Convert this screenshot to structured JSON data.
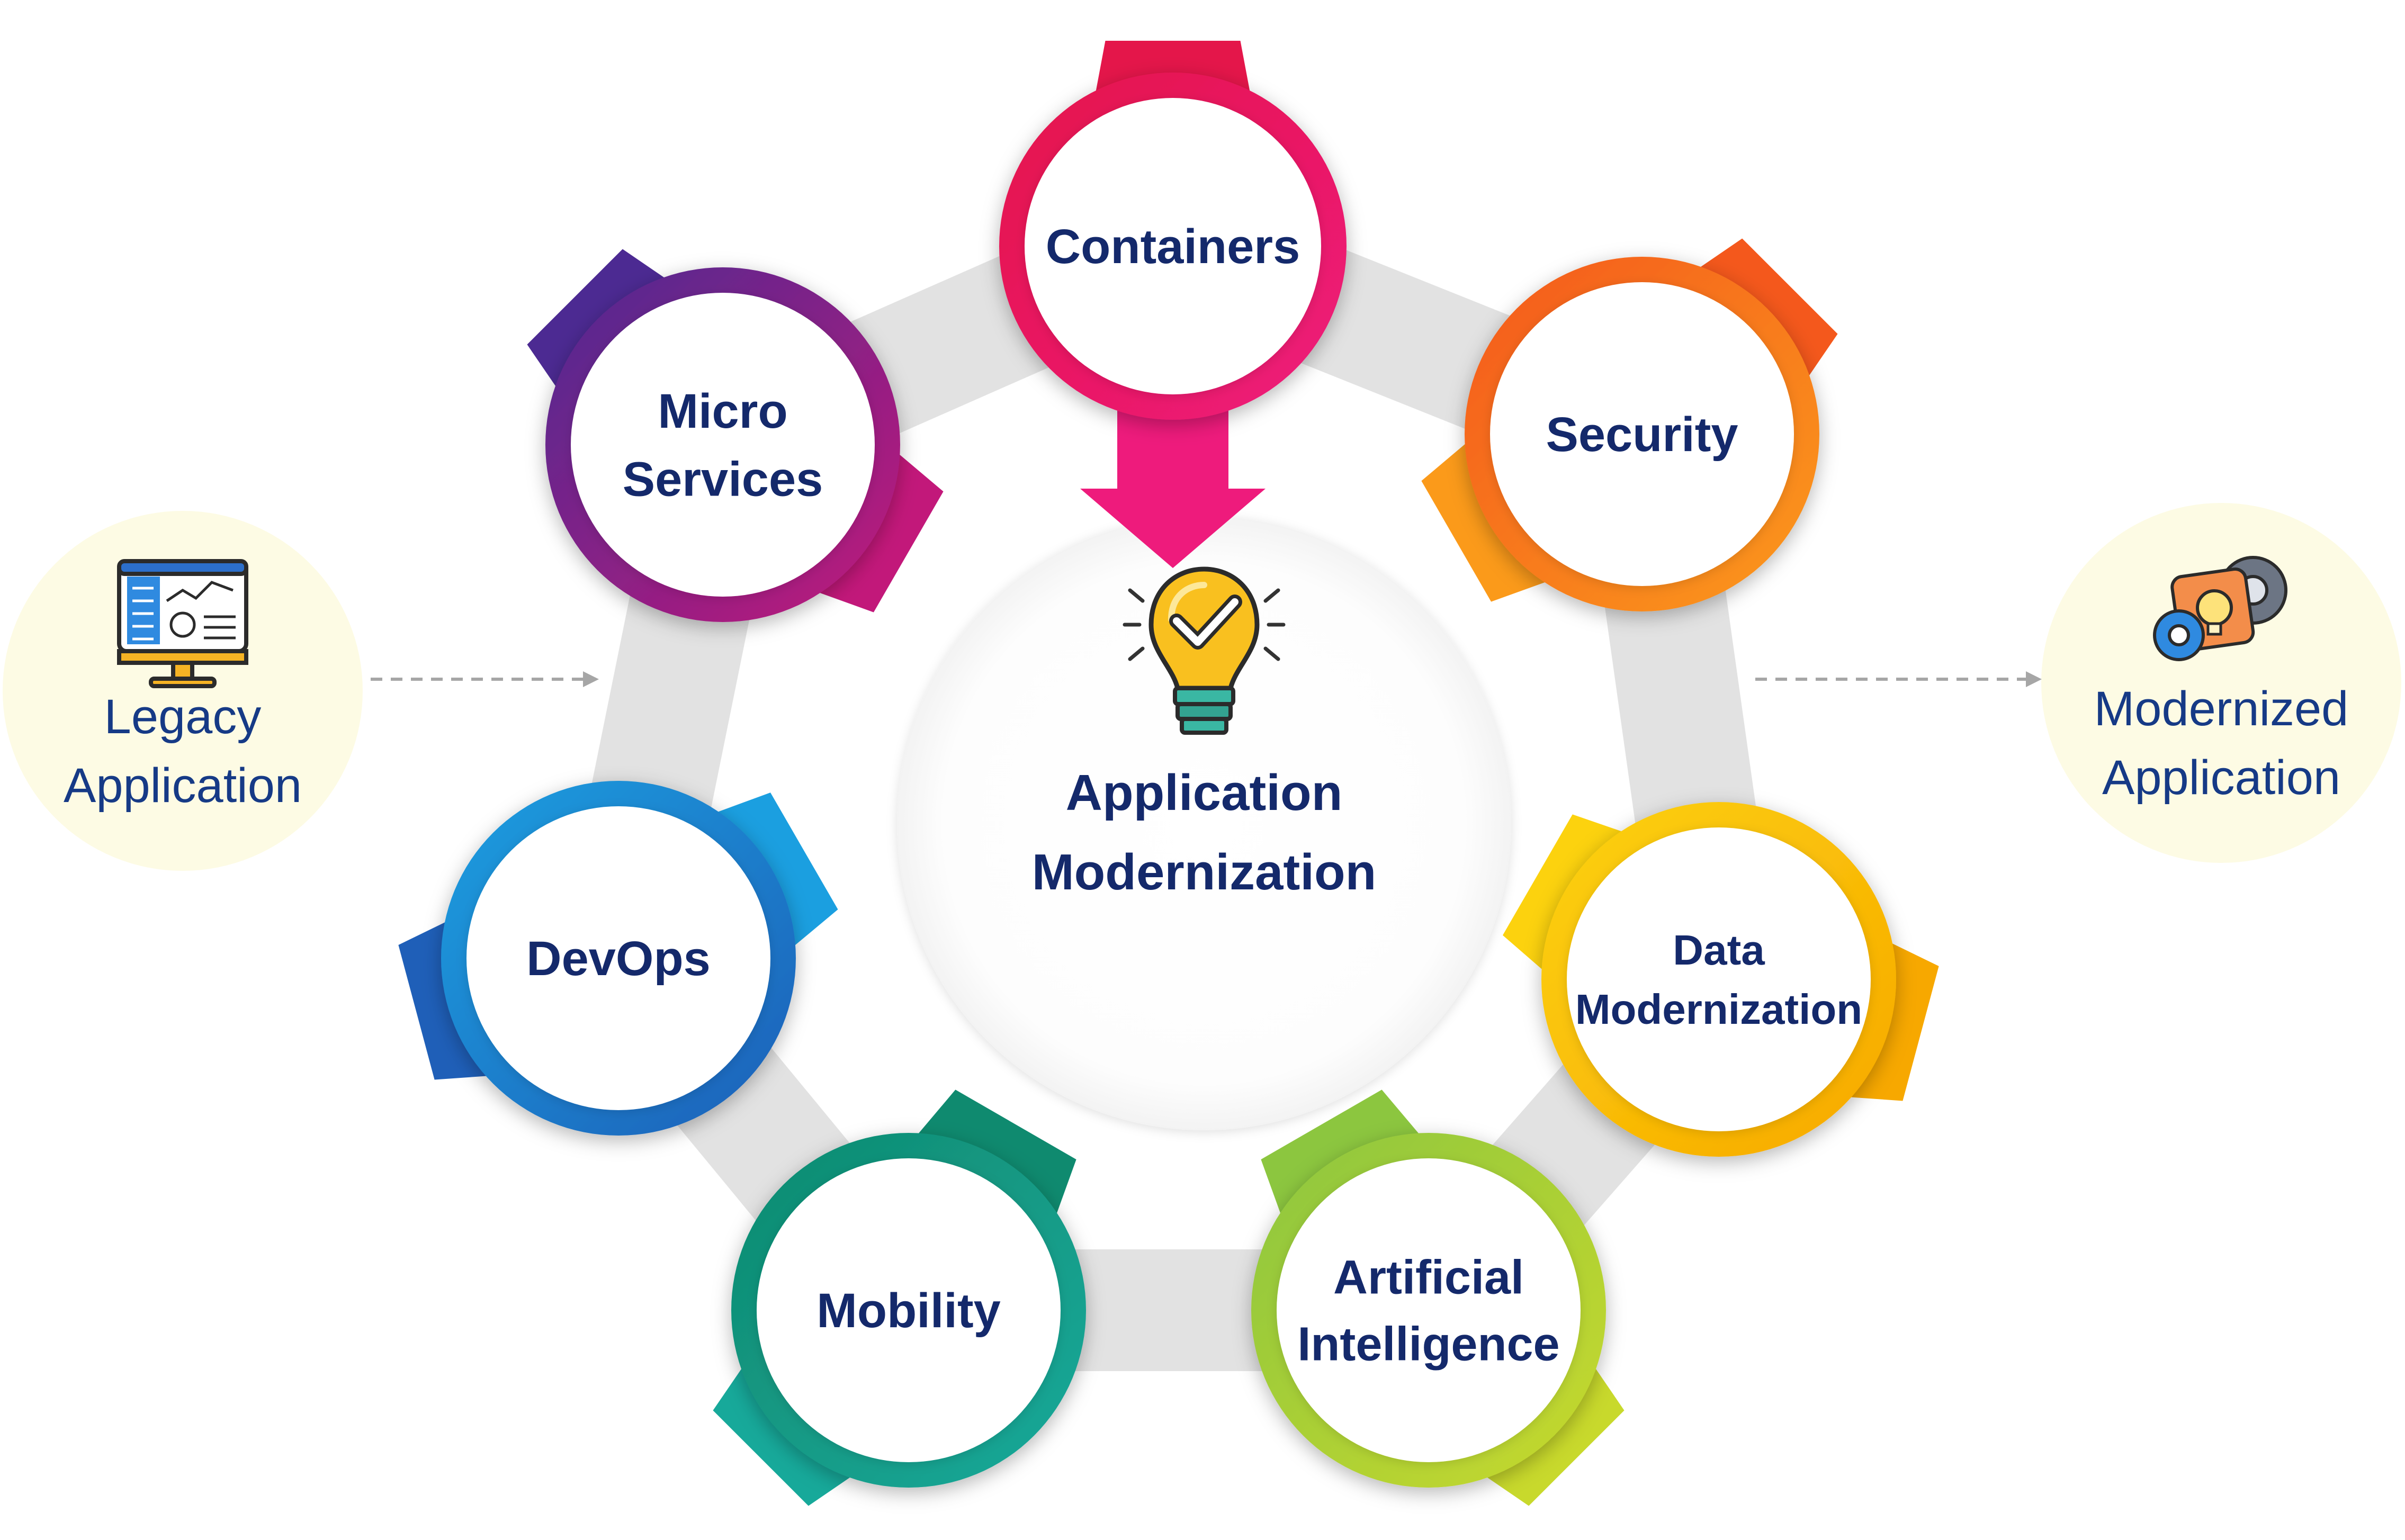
{
  "center": {
    "title_line1": "Application",
    "title_line2": "Modernization",
    "icon": "lightbulb-check-icon"
  },
  "left_node": {
    "line1": "Legacy",
    "line2": "Application",
    "icon": "monitor-dashboard-icon"
  },
  "right_node": {
    "line1": "Modernized",
    "line2": "Application",
    "icon": "gears-lightbulb-icon"
  },
  "steps": [
    {
      "id": "containers",
      "lines": [
        "Containers"
      ],
      "color_start": "#e4164a",
      "color_end": "#ee1b7c"
    },
    {
      "id": "security",
      "lines": [
        "Security"
      ],
      "color_start": "#f4581c",
      "color_end": "#fb9a1a"
    },
    {
      "id": "data-modernization",
      "lines": [
        "Data",
        "Modernization"
      ],
      "color_start": "#fcd20e",
      "color_end": "#f7a800"
    },
    {
      "id": "artificial-intelligence",
      "lines": [
        "Artificial",
        "Intelligence"
      ],
      "color_start": "#8cc63f",
      "color_end": "#c8d92c"
    },
    {
      "id": "mobility",
      "lines": [
        "Mobility"
      ],
      "color_start": "#0f8a6f",
      "color_end": "#17a99a"
    },
    {
      "id": "devops",
      "lines": [
        "DevOps"
      ],
      "color_start": "#1b9fe0",
      "color_end": "#1f5fb8"
    },
    {
      "id": "micro-services",
      "lines": [
        "Micro",
        "Services"
      ],
      "color_start": "#4c2a92",
      "color_end": "#c2187a"
    }
  ],
  "colors": {
    "label_text": "#14296b",
    "side_circle_fill": "#fdfbe4",
    "ring_track": "#e2e2e2",
    "dashed_arrow": "#a6a6a6"
  }
}
